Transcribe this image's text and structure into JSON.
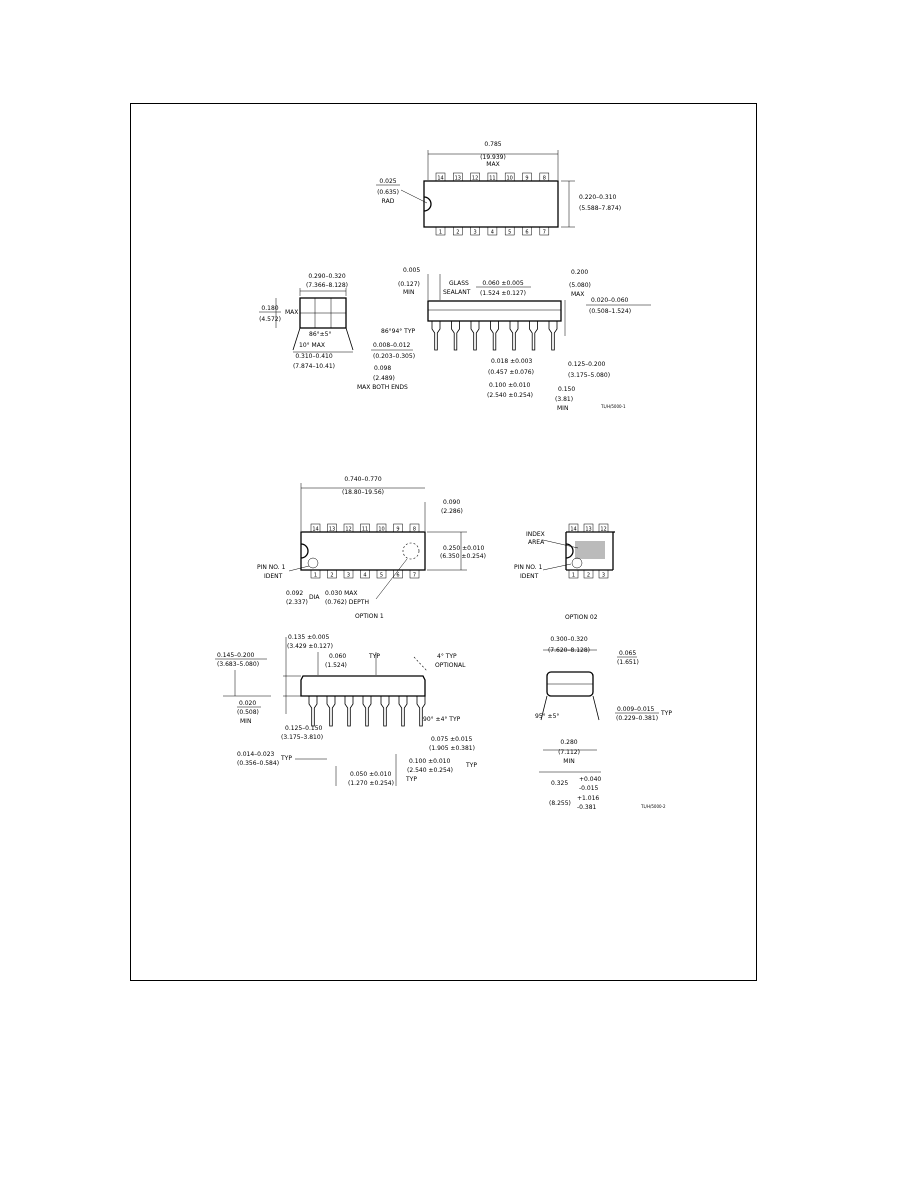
{
  "ceramic_dip": {
    "top_view": {
      "length_in": "0.785",
      "length_mm": "(19.939)",
      "length_note": "MAX",
      "pins_top": [
        "14",
        "13",
        "12",
        "11",
        "10",
        "9",
        "8"
      ],
      "pins_bottom": [
        "1",
        "2",
        "3",
        "4",
        "5",
        "6",
        "7"
      ],
      "rad_in": "0.025",
      "rad_mm": "(0.635)",
      "rad_note": "RAD",
      "width_in": "0.220–0.310",
      "width_mm": "(5.588–7.874)"
    },
    "end_view": {
      "w_in": "0.290–0.320",
      "w_mm": "(7.366–8.128)",
      "h_in": "0.180",
      "h_mm": "(4.572)",
      "h_note": "MAX",
      "angle": "86°±5°",
      "angle_typ": "86°94° TYP",
      "draft": "10° MAX",
      "lead_th_in": "0.008–0.012",
      "lead_th_mm": "(0.203–0.305)",
      "span_in": "0.310–0.410",
      "span_mm": "(7.874–10.41)"
    },
    "side_view": {
      "min_in": "0.005",
      "min_mm": "(0.127)",
      "min_note": "MIN",
      "sealant1": "GLASS",
      "sealant2": "SEALANT",
      "pitch_in": "0.060 ±0.005",
      "pitch_mm": "(1.524 ±0.127)",
      "body_h_in": "0.200",
      "body_h_mm": "(5.080)",
      "body_h_note": "MAX",
      "stand_in": "0.020–0.060",
      "stand_mm": "(0.508–1.524)",
      "end_in": "0.098",
      "end_mm": "(2.489)",
      "end_note": "MAX BOTH ENDS",
      "lead_w_in": "0.018 ±0.003",
      "lead_w_mm": "(0.457 ±0.076)",
      "lead_sp_in": "0.100 ±0.010",
      "lead_sp_mm": "(2.540 ±0.254)",
      "lead_len_in": "0.125–0.200",
      "lead_len_mm": "(3.175–5.080)",
      "min_lead_in": "0.150",
      "min_lead_mm": "(3.81)",
      "min_lead_note": "MIN",
      "code": "TL/H/5000-1"
    }
  },
  "molded_dip": {
    "top_view": {
      "len_in": "0.740–0.770",
      "len_mm": "(18.80–19.56)",
      "end_in": "0.090",
      "end_mm": "(2.286)",
      "pins_top": [
        "14",
        "13",
        "12",
        "11",
        "10",
        "9",
        "8"
      ],
      "pins_bottom": [
        "1",
        "2",
        "3",
        "4",
        "5",
        "6",
        "7"
      ],
      "width_in": "0.250 ±0.010",
      "width_mm": "(6.350 ±0.254)",
      "pin1a": "PIN NO. 1",
      "pin1b": "IDENT",
      "dia_in": "0.092",
      "dia_mm": "(2.337)",
      "dia_note": "DIA",
      "depth_in": "0.030 MAX",
      "depth_mm": "(0.762) DEPTH",
      "option": "OPTION 1"
    },
    "option2": {
      "index1": "INDEX",
      "index2": "AREA",
      "pin1a": "PIN NO. 1",
      "pin1b": "IDENT",
      "pins_top": [
        "14",
        "13",
        "12"
      ],
      "pins_bottom": [
        "1",
        "2",
        "3"
      ],
      "option": "OPTION 02"
    },
    "side_view": {
      "h_in": "0.135 ±0.005",
      "h_mm": "(3.429 ±0.127)",
      "seat_in": "0.145–0.200",
      "seat_mm": "(3.683–5.080)",
      "pitch_in": "0.060",
      "pitch_mm": "(1.524)",
      "pitch_note": "TYP",
      "angle": "4° TYP",
      "angle_note": "OPTIONAL",
      "min_in": "0.020",
      "min_mm": "(0.508)",
      "min_note": "MIN",
      "lead_len_in": "0.125–0.150",
      "lead_len_mm": "(3.175–3.810)",
      "ang2": "90° ±4° TYP",
      "lead_sh_in": "0.075 ±0.015",
      "lead_sh_mm": "(1.905 ±0.381)",
      "lead_w_in": "0.014–0.023",
      "lead_w_mm": "(0.356–0.584)",
      "lead_w_note": "TYP",
      "lead_sp_in": "0.100 ±0.010",
      "lead_sp_mm": "(2.540 ±0.254)",
      "lead_sp_note": "TYP",
      "shoulder_in": "0.050 ±0.010",
      "shoulder_mm": "(1.270 ±0.254)",
      "shoulder_note": "TYP"
    },
    "end_view": {
      "w_in": "0.300–0.320",
      "w_mm": "(7.620–8.128)",
      "angle_in": "0.065",
      "angle_mm": "(1.651)",
      "draft": "95° ±5°",
      "lead_th_in": "0.009–0.015",
      "lead_th_mm": "(0.229–0.381)",
      "lead_th_note": "TYP",
      "span_in": "0.280",
      "span_mm": "(7.112)",
      "span_note": "MIN",
      "outer_in": "0.325",
      "outer_tol_plus": "+0.040",
      "outer_tol_minus": "-0.015",
      "outer_mm": "(8.255)",
      "outer_mm_tol_plus": "+1.016",
      "outer_mm_tol_minus": "-0.381",
      "code": "TL/H/5000-2"
    }
  }
}
